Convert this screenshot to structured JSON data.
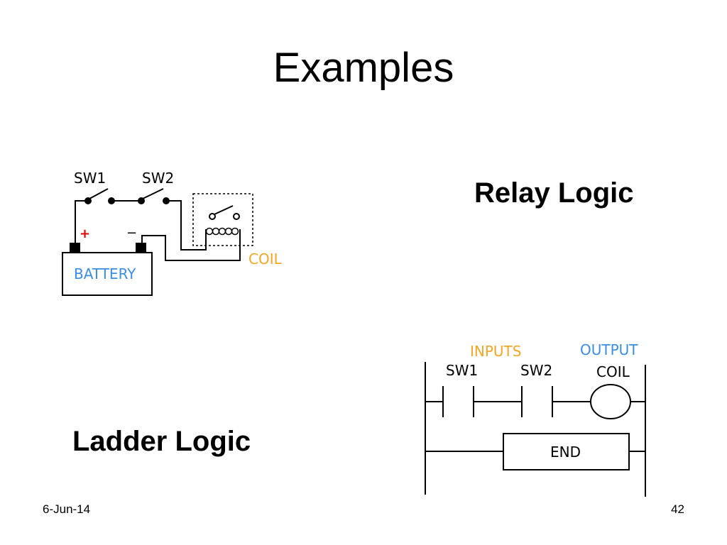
{
  "slide": {
    "title": "Examples",
    "relay_label": "Relay Logic",
    "ladder_label": "Ladder Logic",
    "footer_date": "6-Jun-14",
    "footer_page": "42"
  },
  "relay_diagram": {
    "sw1": "SW1",
    "sw2": "SW2",
    "plus": "+",
    "minus": "−",
    "battery": "BATTERY",
    "coil": "COIL"
  },
  "ladder_diagram": {
    "inputs": "INPUTS",
    "output": "OUTPUT",
    "sw1": "SW1",
    "sw2": "SW2",
    "coil": "COIL",
    "end": "END"
  },
  "colors": {
    "coil_label": "#f5a623",
    "battery_label": "#3a8ee6",
    "inputs_label": "#f5a623",
    "output_label": "#3a8ee6",
    "plus_sign": "#e00000"
  }
}
